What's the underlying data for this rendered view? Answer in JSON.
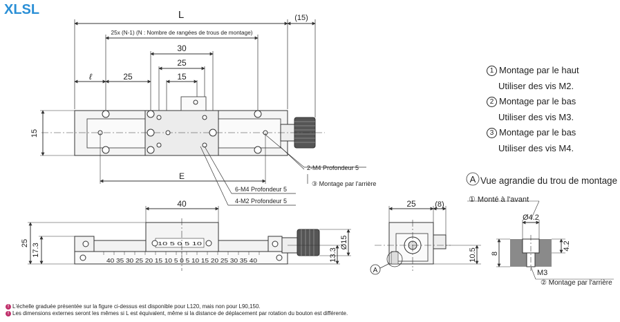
{
  "model": "XLSL",
  "top_view": {
    "dim_L": "L",
    "dim_15_overhang": "(15)",
    "dim_pitch": "25x (N-1) (N : Nombre de rangées de trous de montage)",
    "dim_30": "30",
    "dim_25_center": "25",
    "dim_15_center": "15",
    "dim_ell": "ℓ",
    "dim_25_left": "25",
    "dim_15_height": "15",
    "dim_E": "E",
    "callout_m4_2": "2-M4 Profondeur 5",
    "callout_rear_3": "③ Montage par l'arrière",
    "callout_m4_6": "6-M4 Profondeur 5",
    "callout_m2_4": "4-M2 Profondeur 5"
  },
  "mounting_legend": [
    {
      "index": "1",
      "title": "Montage par le haut",
      "detail": "Utiliser des vis M2."
    },
    {
      "index": "2",
      "title": "Montage par le bas",
      "detail": "Utiliser des vis M3."
    },
    {
      "index": "3",
      "title": "Montage par le bas",
      "detail": "Utiliser des vis M4."
    }
  ],
  "front_view": {
    "dim_40": "40",
    "dim_25": "25",
    "dim_17_3": "17.3",
    "dim_13_3": "13.3",
    "dim_15_dia": "Ø15",
    "scale_top": "10 5 0 5 10",
    "scale_bottom": "40 35 30 25 20 15 10 5 0 5 10 15 20 25 30 35 40"
  },
  "side_view": {
    "dim_25": "25",
    "dim_8": "(8)",
    "dim_10_5": "10.5",
    "detail_marker": "A"
  },
  "detail": {
    "marker": "A",
    "title": "Vue agrandie du trou de montage",
    "top_mount": "① Monté à l'avant",
    "dim_dia": "Ø4.2",
    "dim_8": "8",
    "dim_4_2": "4.2",
    "thread": "M3",
    "rear_mount": "② Montage par l'arrière"
  },
  "notes": [
    "L'échelle graduée présentée sur la figure ci-dessus est disponible pour L120, mais non pour L90,150.",
    "Les dimensions externes seront les mêmes si L est équivalent, même si la distance de déplacement par rotation du bouton est différente."
  ],
  "colors": {
    "title": "#2a8fd6",
    "line": "#333333",
    "body_fill": "#f2f2f2",
    "dark_fill": "#8a8a8a",
    "note_icon": "#c0306b"
  }
}
